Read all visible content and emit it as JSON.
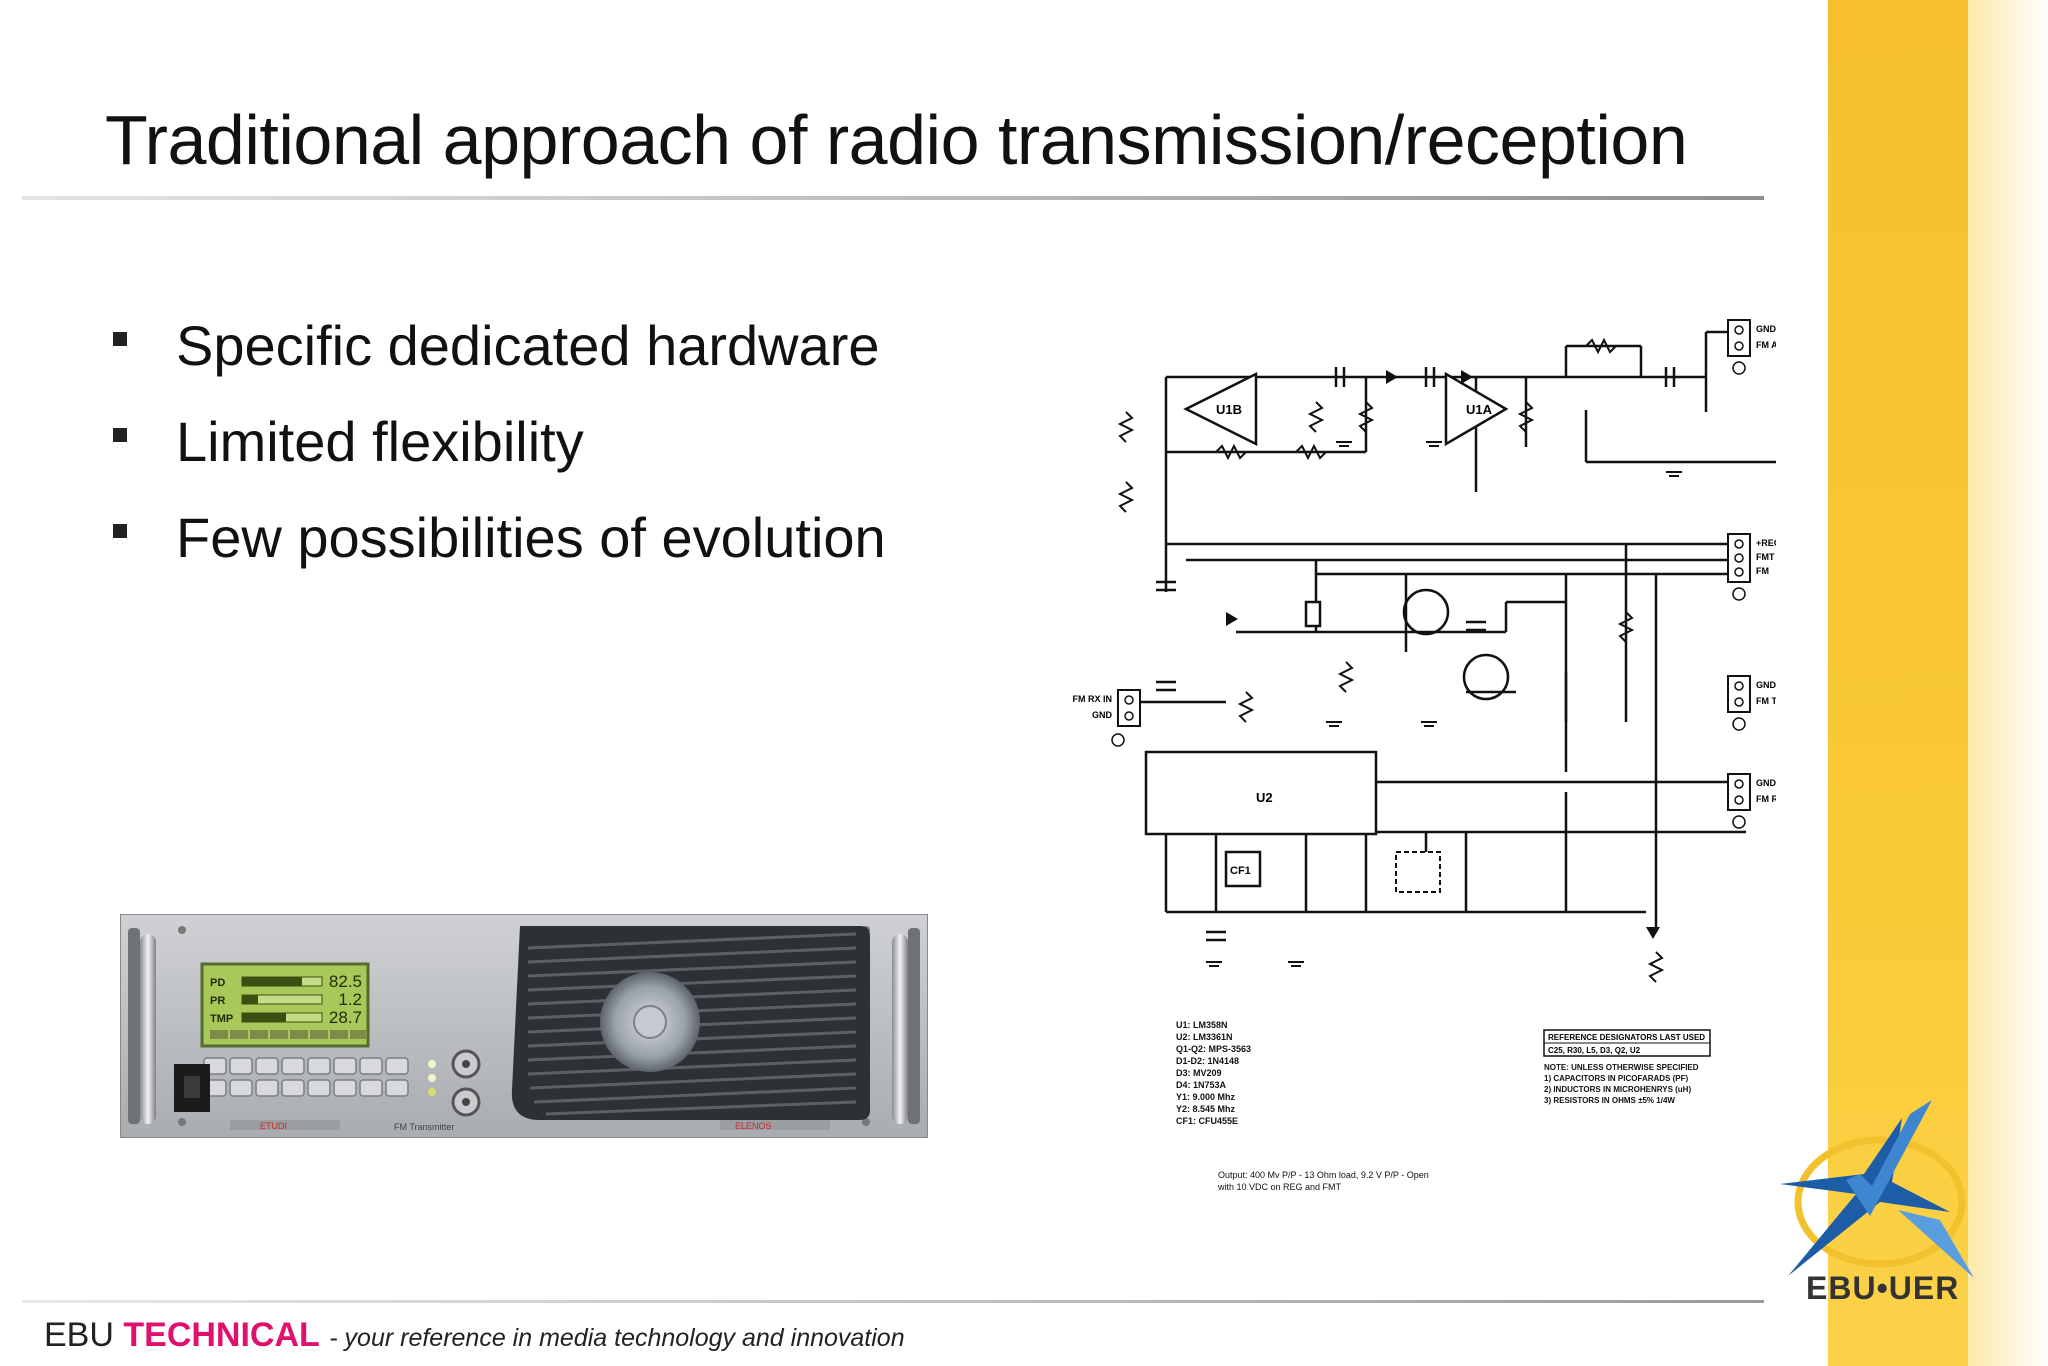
{
  "slide": {
    "title": "Traditional approach of radio transmission/reception",
    "bullets": [
      "Specific dedicated hardware",
      "Limited flexibility",
      "Few possibilities of evolution"
    ]
  },
  "transmitter": {
    "display_rows": [
      {
        "label": "PD",
        "value": "82.5"
      },
      {
        "label": "PR",
        "value": "1.2"
      },
      {
        "label": "TMP",
        "value": "28.7"
      }
    ],
    "front_label": "FM Transmitter",
    "level_fractions": [
      0.75,
      0.2,
      0.55
    ]
  },
  "schematic": {
    "connectors": {
      "audio_in_gnd": "GND",
      "audio_in": "FM AUDIO IN",
      "ctrl_reg": "+REG",
      "ctrl_fmt": "FMT",
      "ctrl_fm": "FM",
      "tx_out_gnd": "GND",
      "tx_out": "FM TX OUT",
      "rx_audio_gnd": "GND",
      "rx_audio": "FM RX AUDIO",
      "rx_in": "FM RX IN",
      "rx_in_gnd": "GND"
    },
    "chips": {
      "u1b": "U1B",
      "u1a": "U1A",
      "u2": "U2",
      "cf1": "CF1"
    },
    "parts_list": [
      "U1: LM358N",
      "U2: LM3361N",
      "Q1-Q2: MPS-3563",
      "D1-D2: 1N4148",
      "D3: MV209",
      "D4: 1N753A",
      "Y1: 9.000 Mhz",
      "Y2: 8.545 Mhz",
      "CF1: CFU455E"
    ],
    "designators_title": "REFERENCE DESIGNATORS LAST USED",
    "designators": "C25, R30, L5, D3, Q2, U2",
    "notes": [
      "NOTE: UNLESS OTHERWISE SPECIFIED",
      "1) CAPACITORS IN PICOFARADS (PF)",
      "2) INDUCTORS IN MICROHENRYS (uH)",
      "3) RESISTORS IN OHMS ±5% 1/4W"
    ],
    "output_note": [
      "Output: 400 Mv P/P - 13 Ohm load, 9.2 V P/P - Open",
      "with 10 VDC on REG and FMT"
    ]
  },
  "logo": {
    "text": "EBU•UER"
  },
  "footer": {
    "brand": "EBU",
    "brand_highlight": "TECHNICAL",
    "tagline": "- your reference in media technology and innovation"
  }
}
